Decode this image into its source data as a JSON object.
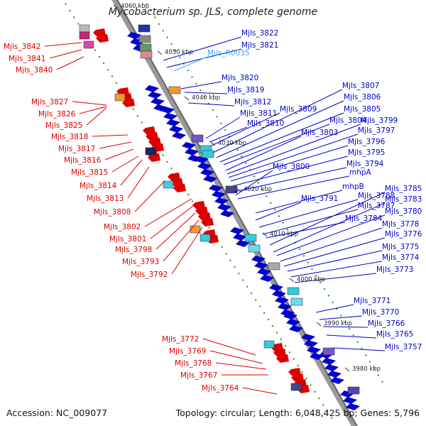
{
  "title": "Mycobacterium sp. JLS, complete genome",
  "accession": "Accession: NC_009077",
  "topology": "Topology: circular; Length: 6,048,425 bp; Genes: 5,796",
  "colors": {
    "forward": "#0000cc",
    "reverse": "#dd0000",
    "rna": "#44aaee",
    "axis": "#999999",
    "dots": "#228822"
  },
  "ticks": [
    "4060 kbp",
    "4050 kbp",
    "4040 kbp",
    "4030 kbp",
    "4020 kbp",
    "4010 kbp",
    "4000 kbp",
    "3990 kbp",
    "3980 kbp"
  ],
  "left_labels": [
    "Mjls_3842",
    "Mjls_3841",
    "Mjls_3840",
    "Mjls_3827",
    "Mjls_3826",
    "Mjls_3825",
    "Mjls_3818",
    "Mjls_3817",
    "Mjls_3816",
    "Mjls_3815",
    "Mjls_3814",
    "Mjls_3813",
    "Mjls_3808",
    "Mjls_3802",
    "Mjls_3801",
    "Mjls_3798",
    "Mjls_3793",
    "Mjls_3792",
    "Mjls_3772",
    "Mjls_3769",
    "Mjls_3768",
    "Mjls_3767",
    "Mjls_3764"
  ],
  "right_labels": [
    "Mjls_3822",
    "Mjls_3821",
    "Mjls_R0035",
    "Mjls_3820",
    "Mjls_3819",
    "Mjls_3812",
    "Mjls_3811",
    "Mjls_3810",
    "Mjls_3809",
    "Mjls_3807",
    "Mjls_3806",
    "Mjls_3805",
    "Mjls_3804",
    "Mjls_3803",
    "Mjls_3799",
    "Mjls_3797",
    "Mjls_3796",
    "Mjls_3795",
    "Mjls_3794",
    "Mjls_3800",
    "mhpA",
    "mhpB",
    "Mjls_3791",
    "Mjls_3788",
    "Mjls_3787",
    "Mjls_3784",
    "Mjls_3785",
    "Mjls_3783",
    "Mjls_3780",
    "Mjls_3778",
    "Mjls_3776",
    "Mjls_3775",
    "Mjls_3774",
    "Mjls_3773",
    "Mjls_3771",
    "Mjls_3770",
    "Mjls_3766",
    "Mjls_3765",
    "Mjls_3757"
  ]
}
